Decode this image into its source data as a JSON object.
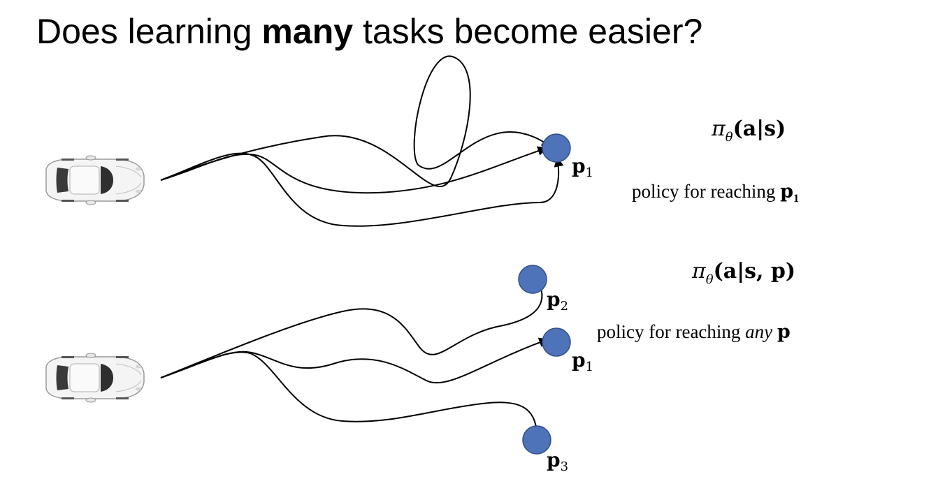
{
  "title": {
    "before": "Does learning ",
    "emphasis": "many",
    "after": " tasks become easier?"
  },
  "top": {
    "formula": "π",
    "formula_sub": "θ",
    "formula_args": "(a|s)",
    "caption_prefix": "policy for reaching ",
    "caption_target": "p",
    "caption_target_sub": "1",
    "goal_label": "p",
    "goal_sub": "1"
  },
  "bottom": {
    "formula": "π",
    "formula_sub": "θ",
    "formula_args": "(a|s, p)",
    "caption_prefix": "policy for reaching ",
    "caption_any": "any",
    "caption_target": "p",
    "goals": [
      {
        "label": "p",
        "sub": "2"
      },
      {
        "label": "p",
        "sub": "1"
      },
      {
        "label": "p",
        "sub": "3"
      }
    ]
  },
  "colors": {
    "goal_fill": "#4f73b8",
    "goal_stroke": "#2f4f8a",
    "line": "#000000"
  },
  "icons": [
    "car-icon",
    "car-icon"
  ]
}
